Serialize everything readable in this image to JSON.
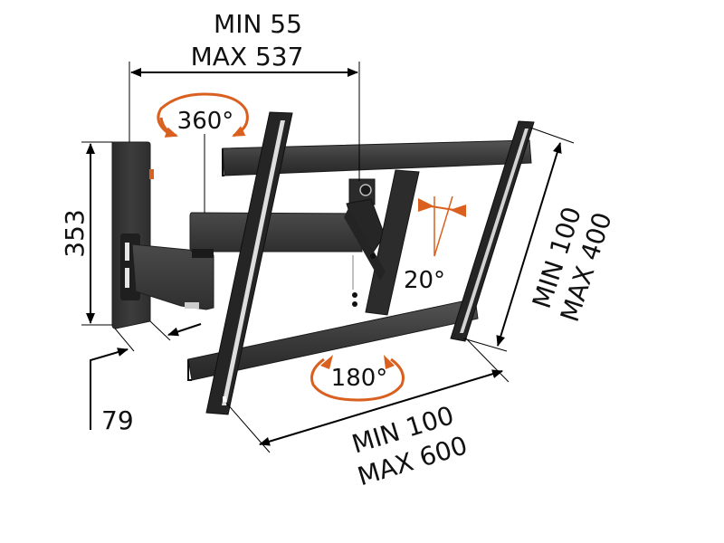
{
  "colors": {
    "background": "#ffffff",
    "line": "#000000",
    "accent": "#d9601f",
    "steel_dark": "#2a2a2a",
    "steel_mid": "#3c3c3c",
    "steel_light": "#555555",
    "plate": "#333333"
  },
  "dimensions": {
    "arm_extension": {
      "min_label": "MIN 55",
      "max_label": "MAX 537"
    },
    "wall_plate_height": {
      "label": "353"
    },
    "wall_plate_depth": {
      "label": "79"
    },
    "vesa_vertical": {
      "min_label": "MIN 100",
      "max_label": "MAX 400"
    },
    "vesa_horizontal": {
      "min_label": "MIN 100",
      "max_label": "MAX 600"
    }
  },
  "rotations": {
    "swivel_arm": {
      "label": "360°"
    },
    "tilt": {
      "label": "20°"
    },
    "rotate": {
      "label": "180°"
    }
  },
  "product": {
    "parts": [
      "wall-plate",
      "double-arm",
      "tilt-mechanism",
      "top-rail",
      "bottom-rail",
      "left-vesa-strip",
      "right-vesa-strip"
    ]
  }
}
